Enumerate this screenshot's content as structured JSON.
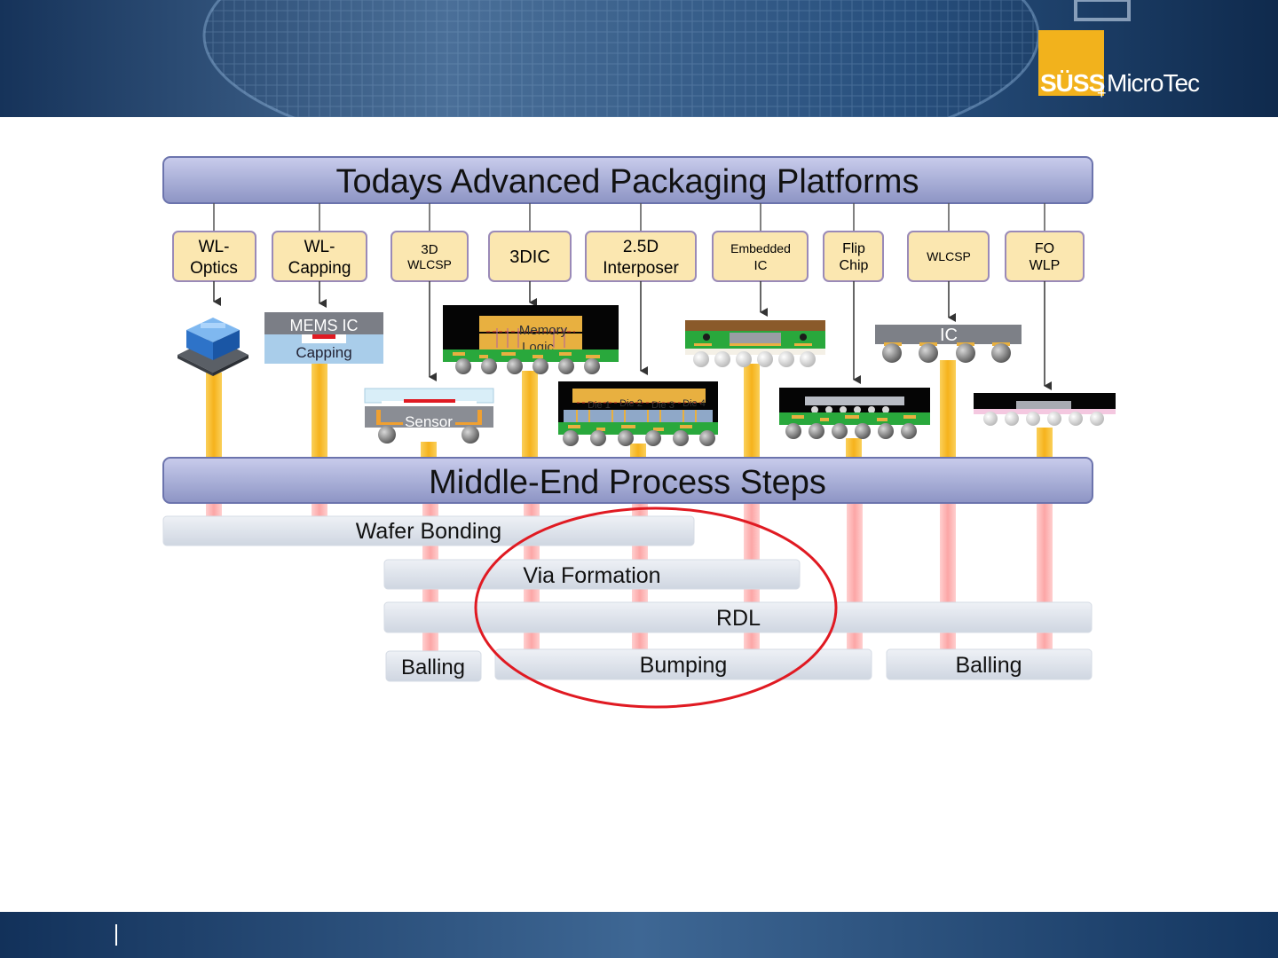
{
  "logo": {
    "suss": "SÜSS",
    "microtec": "MicroTec",
    "plus": "+"
  },
  "header": {
    "title": "Todays Advanced Packaging Platforms"
  },
  "middle": {
    "title": "Middle-End Process Steps"
  },
  "platforms": [
    {
      "line1": "WL-",
      "line2": "Optics"
    },
    {
      "line1": "WL-",
      "line2": "Capping"
    },
    {
      "line1": "3D",
      "line2": "WLCSP"
    },
    {
      "line1": "3DIC",
      "line2": ""
    },
    {
      "line1": "2.5D",
      "line2": "Interposer"
    },
    {
      "line1": "Embedded",
      "line2": "IC"
    },
    {
      "line1": "Flip",
      "line2": "Chip"
    },
    {
      "line1": "WLCSP",
      "line2": ""
    },
    {
      "line1": "FO",
      "line2": "WLP"
    }
  ],
  "packages": {
    "mems_top": "MEMS IC",
    "mems_bottom": "Capping",
    "sensor": "Sensor",
    "memory": "Memory",
    "logic": "Logic",
    "die1": "Die 1",
    "die2": "Die 2",
    "die3": "Die 3",
    "die4": "Die 4",
    "ic": "IC"
  },
  "steps": {
    "wafer_bonding": "Wafer Bonding",
    "via_formation": "Via Formation",
    "rdl": "RDL",
    "balling_left": "Balling",
    "bumping": "Bumping",
    "balling_right": "Balling"
  },
  "colors": {
    "highlight": "#e01a22",
    "accent": "#f2b21c",
    "header_fill": "#aab0d8"
  }
}
